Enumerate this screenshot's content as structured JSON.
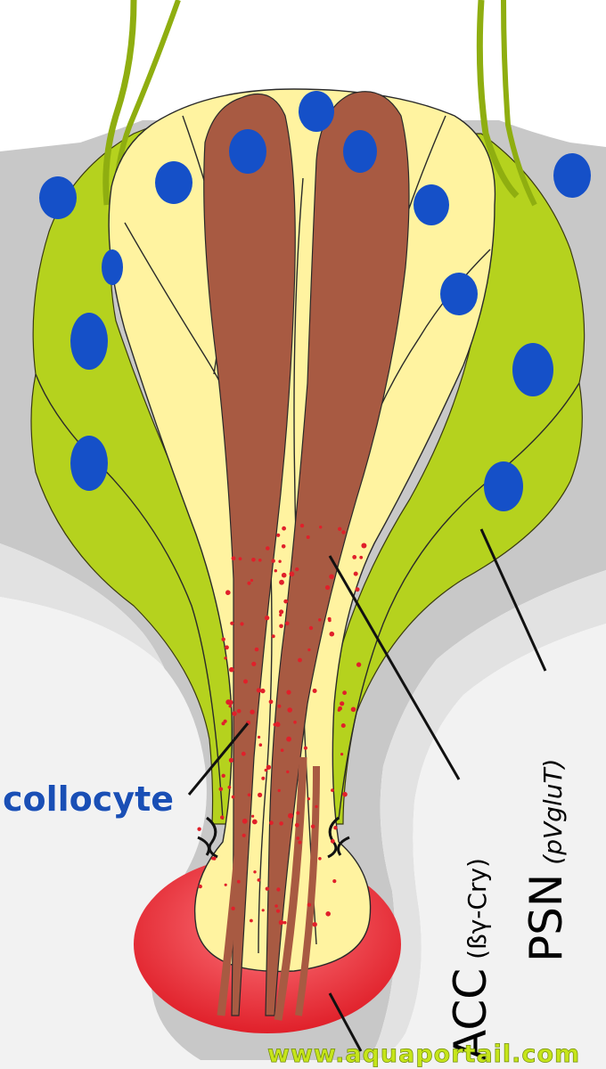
{
  "labels": {
    "collocyte": "collocyte",
    "acc_main": "ACC",
    "acc_paren": "(ßγ-Cry)",
    "psn_main": "PSN",
    "psn_paren": "(pVgluT)"
  },
  "watermark": "www.aquaportail.com",
  "colors": {
    "epidermis": "#c8c8c8",
    "epidermis_light": "#dedede",
    "support_cells": "#b5d21e",
    "collocyte_body": "#fff3a0",
    "filaments": "#a85a42",
    "nuclei": "#1550c8",
    "granules": "#e0202a",
    "base": "#e8303a",
    "label_blue": "#1a4fb5"
  },
  "icons": [
    "nucleus-icon",
    "granule-icon"
  ]
}
